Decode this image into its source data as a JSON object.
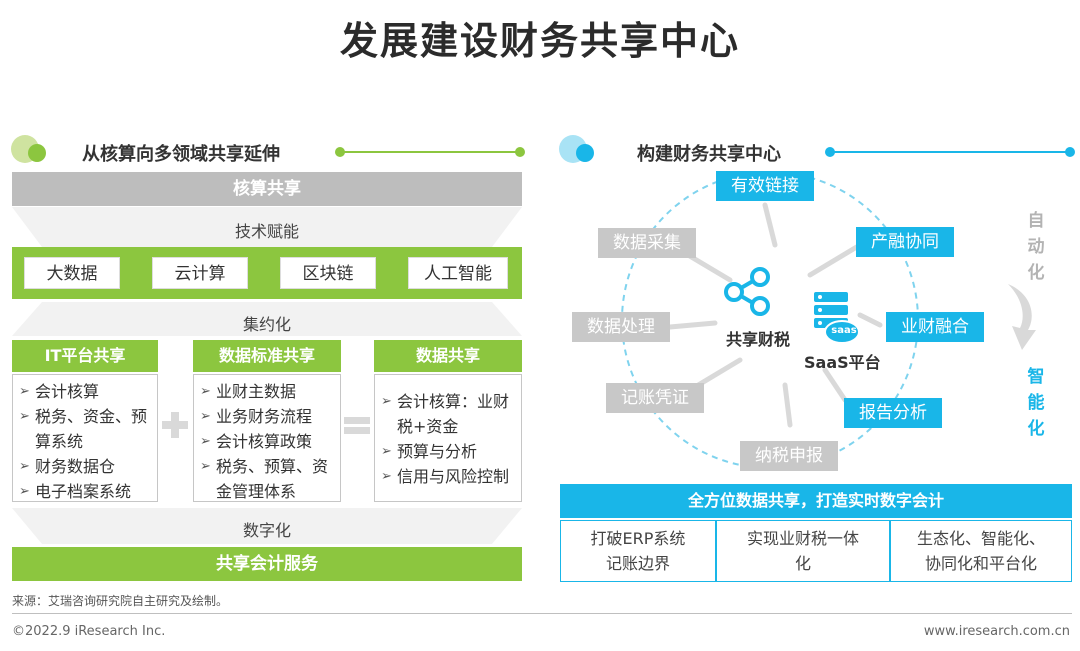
{
  "title": "发展建设财务共享中心",
  "left": {
    "heading": "从核算向多领域共享延伸",
    "top_bar": "核算共享",
    "tech_label": "技术赋能",
    "tech_items": [
      "大数据",
      "云计算",
      "区块链",
      "人工智能"
    ],
    "intensive_label": "集约化",
    "columns": [
      {
        "header": "IT平台共享",
        "items": [
          "会计核算",
          "税务、资金、预算系统",
          "财务数据仓",
          "电子档案系统"
        ]
      },
      {
        "header": "数据标准共享",
        "items": [
          "业财主数据",
          "业务财务流程",
          "会计核算政策",
          "税务、预算、资金管理体系"
        ]
      },
      {
        "header": "数据共享",
        "items": [
          "会计核算：业财税+资金",
          "预算与分析",
          "信用与风险控制"
        ]
      }
    ],
    "digital_label": "数字化",
    "bottom_bar": "共享会计服务"
  },
  "right": {
    "heading": "构建财务共享中心",
    "center_label_1": "共享财税",
    "center_label_2": "SaaS平台",
    "saas_badge": "saas",
    "tags_grey": [
      "数据采集",
      "数据处理",
      "记账凭证",
      "纳税申报"
    ],
    "tags_blue": [
      "有效链接",
      "产融协同",
      "业财融合",
      "报告分析"
    ],
    "side_top": "自动化",
    "side_bottom": "智能化",
    "bar": "全方位数据共享，打造实时数字会计",
    "cells": [
      "打破ERP系统记账边界",
      "实现业财税一体化",
      "生态化、智能化、协同化和平台化"
    ]
  },
  "source": "来源：艾瑞咨询研究院自主研究及绘制。",
  "copyright": "©2022.9 iResearch Inc.",
  "website": "www.iresearch.com.cn",
  "colors": {
    "green": "#8cc63f",
    "blue": "#19b6e8",
    "grey": "#bdbdbd"
  }
}
